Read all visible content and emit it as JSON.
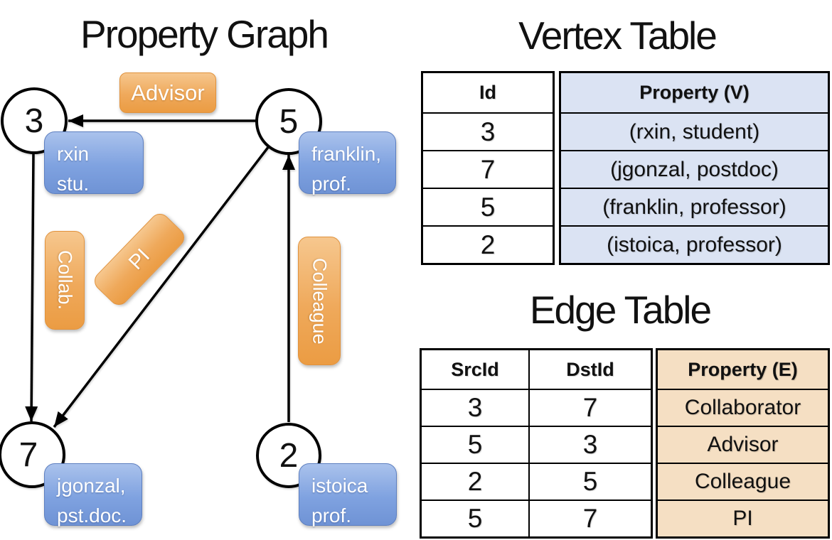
{
  "graph": {
    "title": "Property Graph",
    "vertices": [
      {
        "id": "3",
        "line1": "rxin",
        "line2": "stu."
      },
      {
        "id": "5",
        "line1": "franklin,",
        "line2": "prof."
      },
      {
        "id": "7",
        "line1": "jgonzal,",
        "line2": "pst.doc."
      },
      {
        "id": "2",
        "line1": "istoica",
        "line2": "prof."
      }
    ],
    "edge_labels": {
      "advisor": "Advisor",
      "collab": "Collab.",
      "pi": "PI",
      "colleague": "Colleague"
    }
  },
  "vertex_table": {
    "title": "Vertex Table",
    "columns": {
      "id": "Id",
      "property": "Property (V)"
    },
    "rows": [
      {
        "id": "3",
        "property": "(rxin, student)"
      },
      {
        "id": "7",
        "property": "(jgonzal, postdoc)"
      },
      {
        "id": "5",
        "property": "(franklin, professor)"
      },
      {
        "id": "2",
        "property": "(istoica, professor)"
      }
    ]
  },
  "edge_table": {
    "title": "Edge Table",
    "columns": {
      "src": "SrcId",
      "dst": "DstId",
      "property": "Property (E)"
    },
    "rows": [
      {
        "src": "3",
        "dst": "7",
        "property": "Collaborator"
      },
      {
        "src": "5",
        "dst": "3",
        "property": "Advisor"
      },
      {
        "src": "2",
        "dst": "5",
        "property": "Colleague"
      },
      {
        "src": "5",
        "dst": "7",
        "property": "PI"
      }
    ]
  },
  "colors": {
    "edge_label_fill": "#efa95b",
    "vertex_label_fill": "#7fa2e0",
    "vertex_table_property_bg": "#dbe3f3",
    "edge_table_property_bg": "#f5dfc3",
    "line_color": "#000000"
  }
}
